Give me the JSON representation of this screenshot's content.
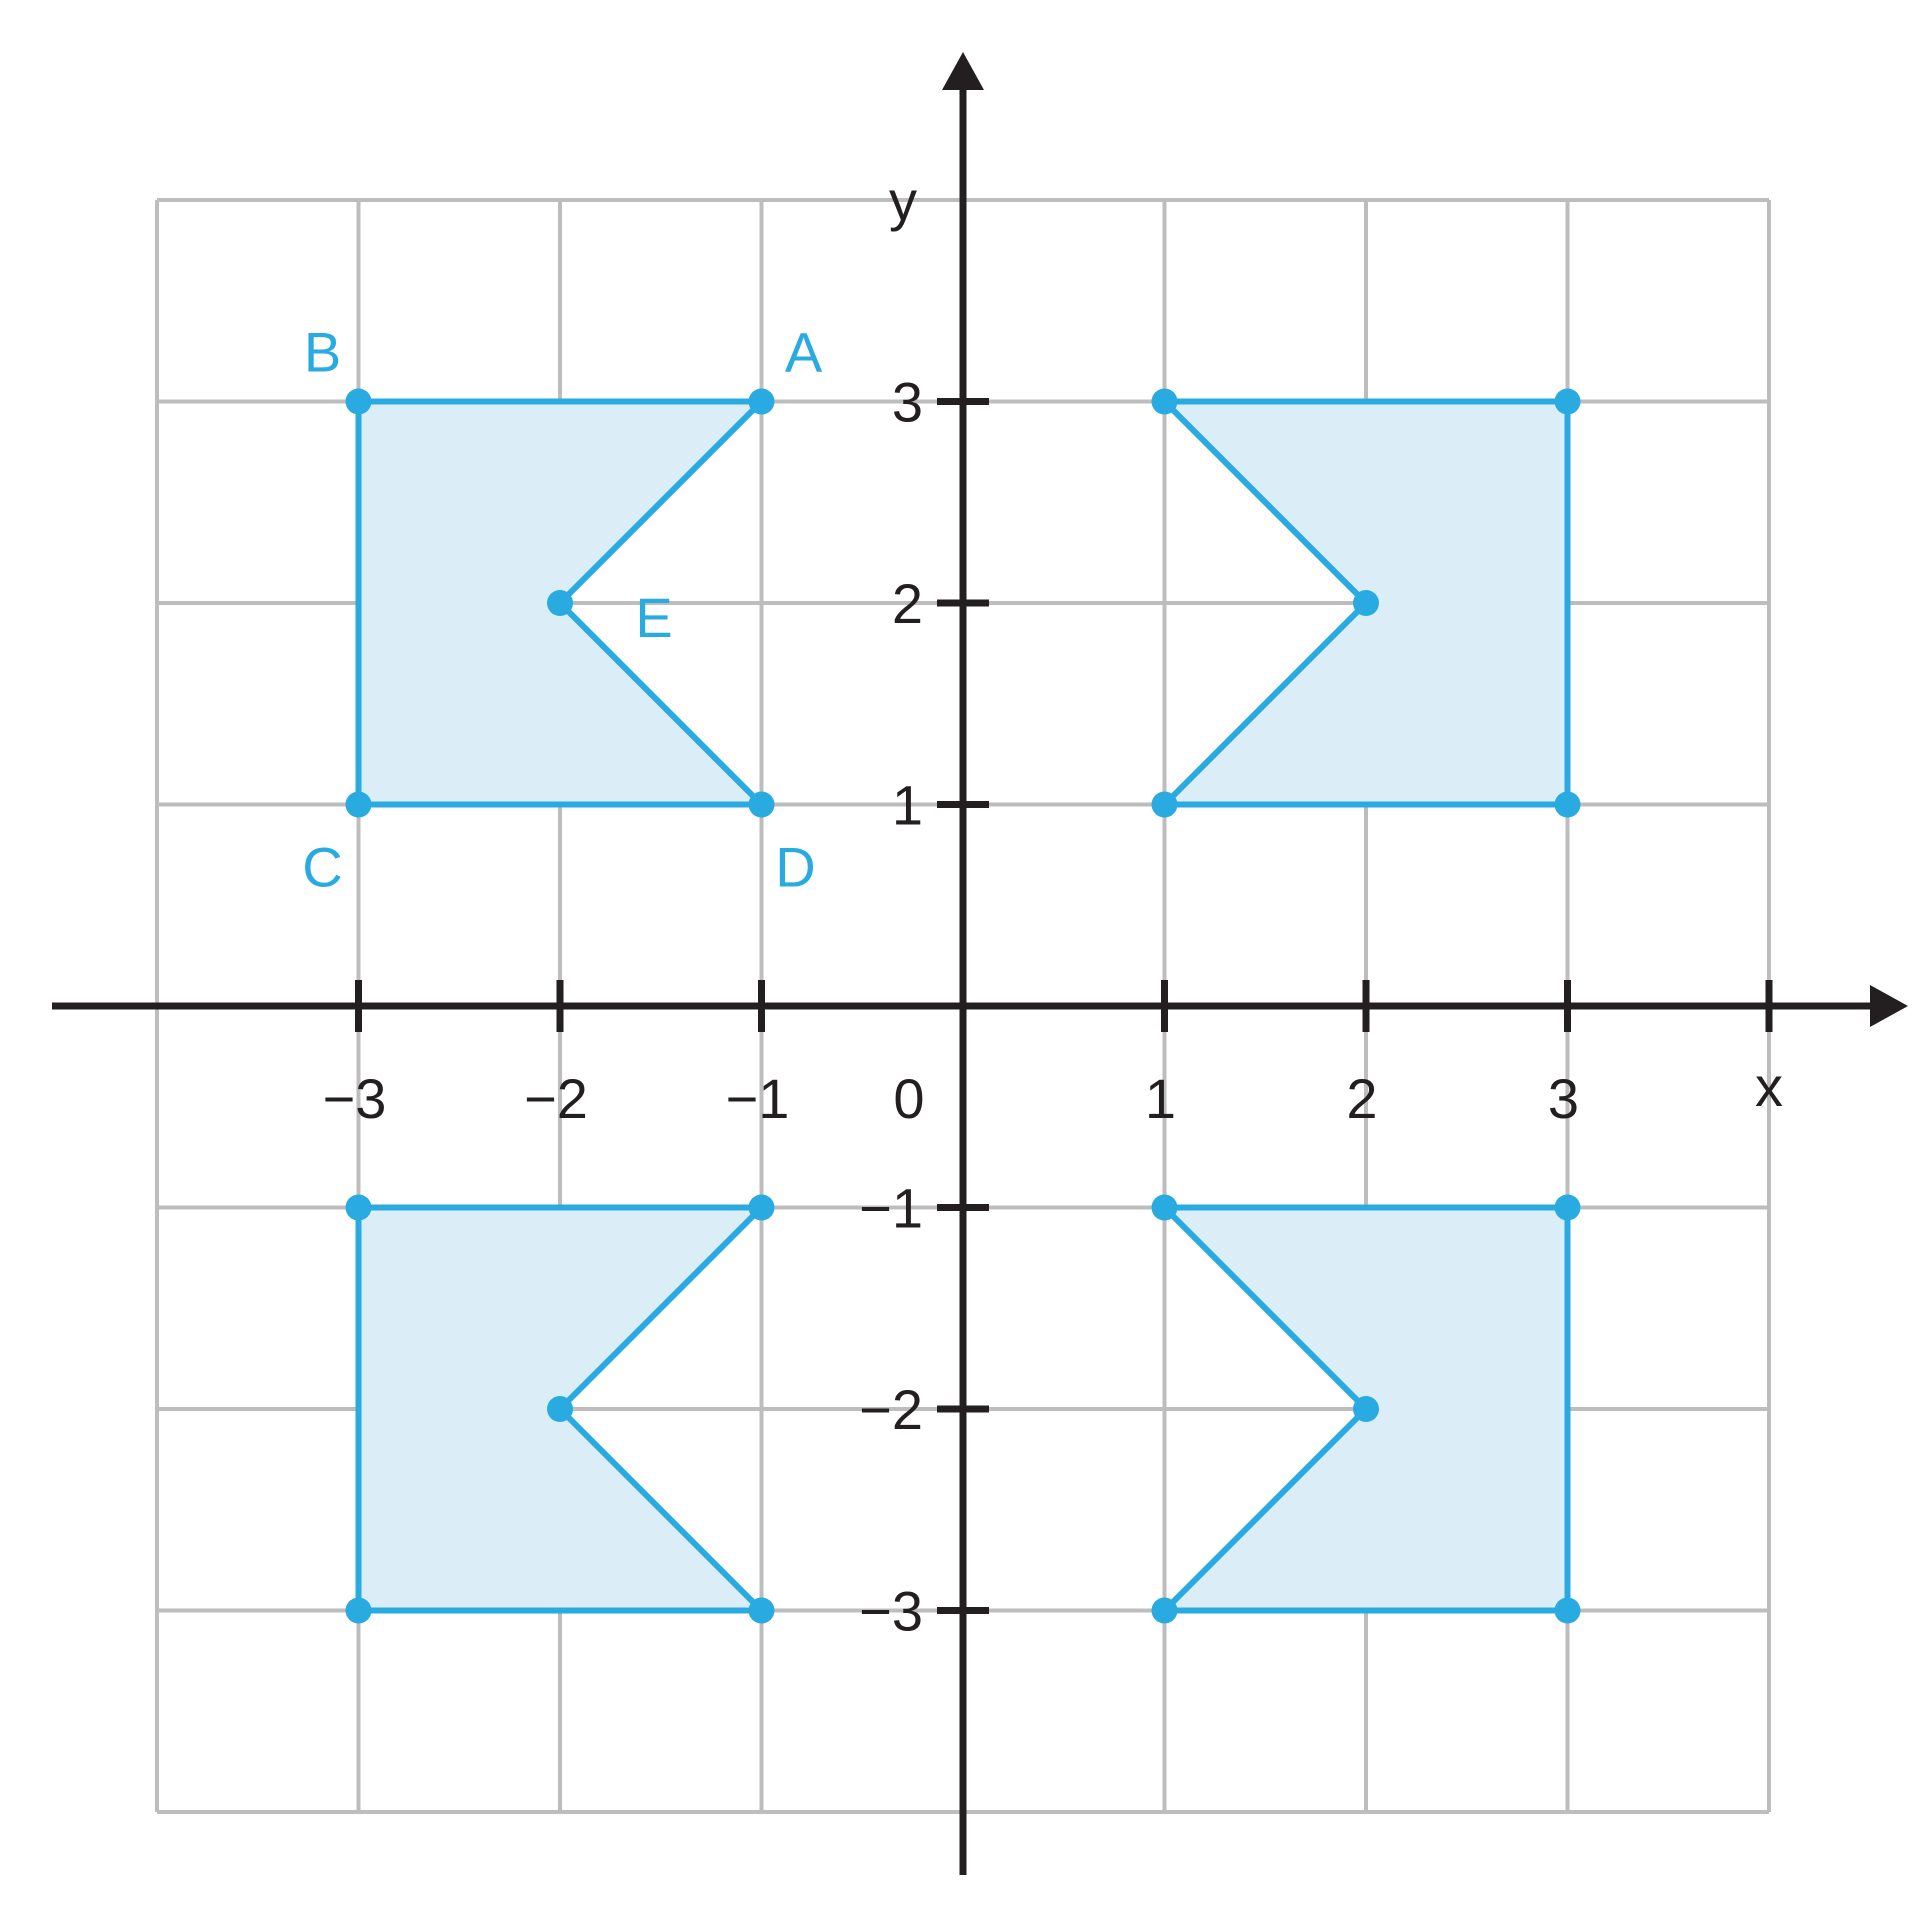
{
  "colors": {
    "grid": "#bdbdbd",
    "axis": "#231f20",
    "shape_stroke": "#29abe2",
    "shape_fill": "#dbeef8",
    "point": "#29abe2",
    "label": "#29abe2"
  },
  "axes": {
    "x_label": "x",
    "y_label": "y",
    "xlim": [
      -4,
      4
    ],
    "ylim": [
      -4,
      4
    ],
    "x_ticks": [
      -3,
      -2,
      -1,
      1,
      2,
      3,
      4
    ],
    "y_ticks": [
      -3,
      -2,
      -1,
      1,
      2,
      3
    ],
    "origin_label": "0"
  },
  "tick_labels": {
    "x": [
      {
        "value": -3,
        "text": "−3"
      },
      {
        "value": -2,
        "text": "−2"
      },
      {
        "value": -1,
        "text": "−1"
      },
      {
        "value": 1,
        "text": "1"
      },
      {
        "value": 2,
        "text": "2"
      },
      {
        "value": 3,
        "text": "3"
      }
    ],
    "y": [
      {
        "value": 3,
        "text": "3"
      },
      {
        "value": 2,
        "text": "2"
      },
      {
        "value": 1,
        "text": "1"
      },
      {
        "value": -1,
        "text": "−1"
      },
      {
        "value": -2,
        "text": "−2"
      },
      {
        "value": -3,
        "text": "−3"
      }
    ]
  },
  "shapes": [
    {
      "name": "shape-quadrant-2",
      "points": [
        [
          -1,
          3
        ],
        [
          -3,
          3
        ],
        [
          -3,
          1
        ],
        [
          -1,
          1
        ],
        [
          -2,
          2
        ]
      ]
    },
    {
      "name": "shape-quadrant-1",
      "points": [
        [
          1,
          3
        ],
        [
          3,
          3
        ],
        [
          3,
          1
        ],
        [
          1,
          1
        ],
        [
          2,
          2
        ]
      ]
    },
    {
      "name": "shape-quadrant-3",
      "points": [
        [
          -1,
          -1
        ],
        [
          -3,
          -1
        ],
        [
          -3,
          -3
        ],
        [
          -1,
          -3
        ],
        [
          -2,
          -2
        ]
      ]
    },
    {
      "name": "shape-quadrant-4",
      "points": [
        [
          1,
          -1
        ],
        [
          3,
          -1
        ],
        [
          3,
          -3
        ],
        [
          1,
          -3
        ],
        [
          2,
          -2
        ]
      ]
    }
  ],
  "vertex_labels": [
    {
      "text": "A",
      "at": [
        -1,
        3
      ],
      "offset": "top-right"
    },
    {
      "text": "B",
      "at": [
        -3,
        3
      ],
      "offset": "top-left"
    },
    {
      "text": "C",
      "at": [
        -3,
        1
      ],
      "offset": "bottom-left"
    },
    {
      "text": "D",
      "at": [
        -1,
        1
      ],
      "offset": "bottom-right"
    },
    {
      "text": "E",
      "at": [
        -2,
        2
      ],
      "offset": "right"
    }
  ]
}
